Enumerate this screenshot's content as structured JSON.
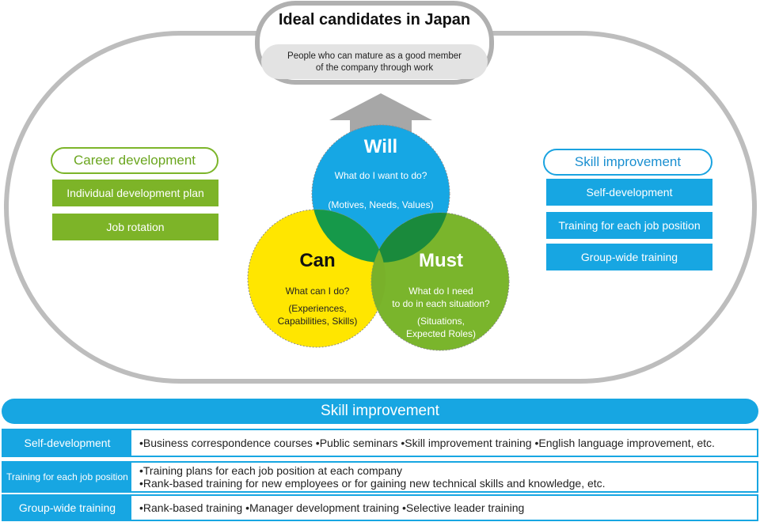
{
  "ideal": {
    "title": "Ideal candidates in Japan",
    "subtitle_line1": "People who can mature as a good member",
    "subtitle_line2": "of the company through work"
  },
  "career": {
    "label": "Career development",
    "items": [
      "Individual development plan",
      "Job rotation"
    ]
  },
  "skill_side": {
    "label": "Skill improvement",
    "items": [
      "Self-development",
      "Training for each job position",
      "Group-wide training"
    ]
  },
  "circles": {
    "will": {
      "title": "Will",
      "question": "What do I want to do?",
      "detail": "(Motives, Needs, Values)"
    },
    "can": {
      "title": "Can",
      "question": "What can I do?",
      "detail_line1": "(Experiences,",
      "detail_line2": "Capabilities, Skills)"
    },
    "must": {
      "title": "Must",
      "question_line1": "What do I need",
      "question_line2": "to do in each situation?",
      "detail_line1": "(Situations,",
      "detail_line2": "Expected Roles)"
    }
  },
  "table": {
    "header": "Skill improvement",
    "rows": [
      {
        "label": "Self-development",
        "lines": [
          "•Business correspondence courses •Public seminars •Skill improvement training •English language improvement, etc."
        ]
      },
      {
        "label": "Training for each job position",
        "lines": [
          "•Training plans for each job position at each company",
          "•Rank-based training for new employees or for gaining new technical skills and knowledge, etc."
        ]
      },
      {
        "label": "Group-wide training",
        "lines": [
          "•Rank-based training •Manager development training •Selective leader training"
        ]
      }
    ]
  },
  "colors": {
    "will": "#16a7e4",
    "can": "#ffe600",
    "must": "#7ab52c",
    "outline": "#bdbdbd",
    "accent_blue": "#17a6e2",
    "accent_green": "#7db428"
  }
}
